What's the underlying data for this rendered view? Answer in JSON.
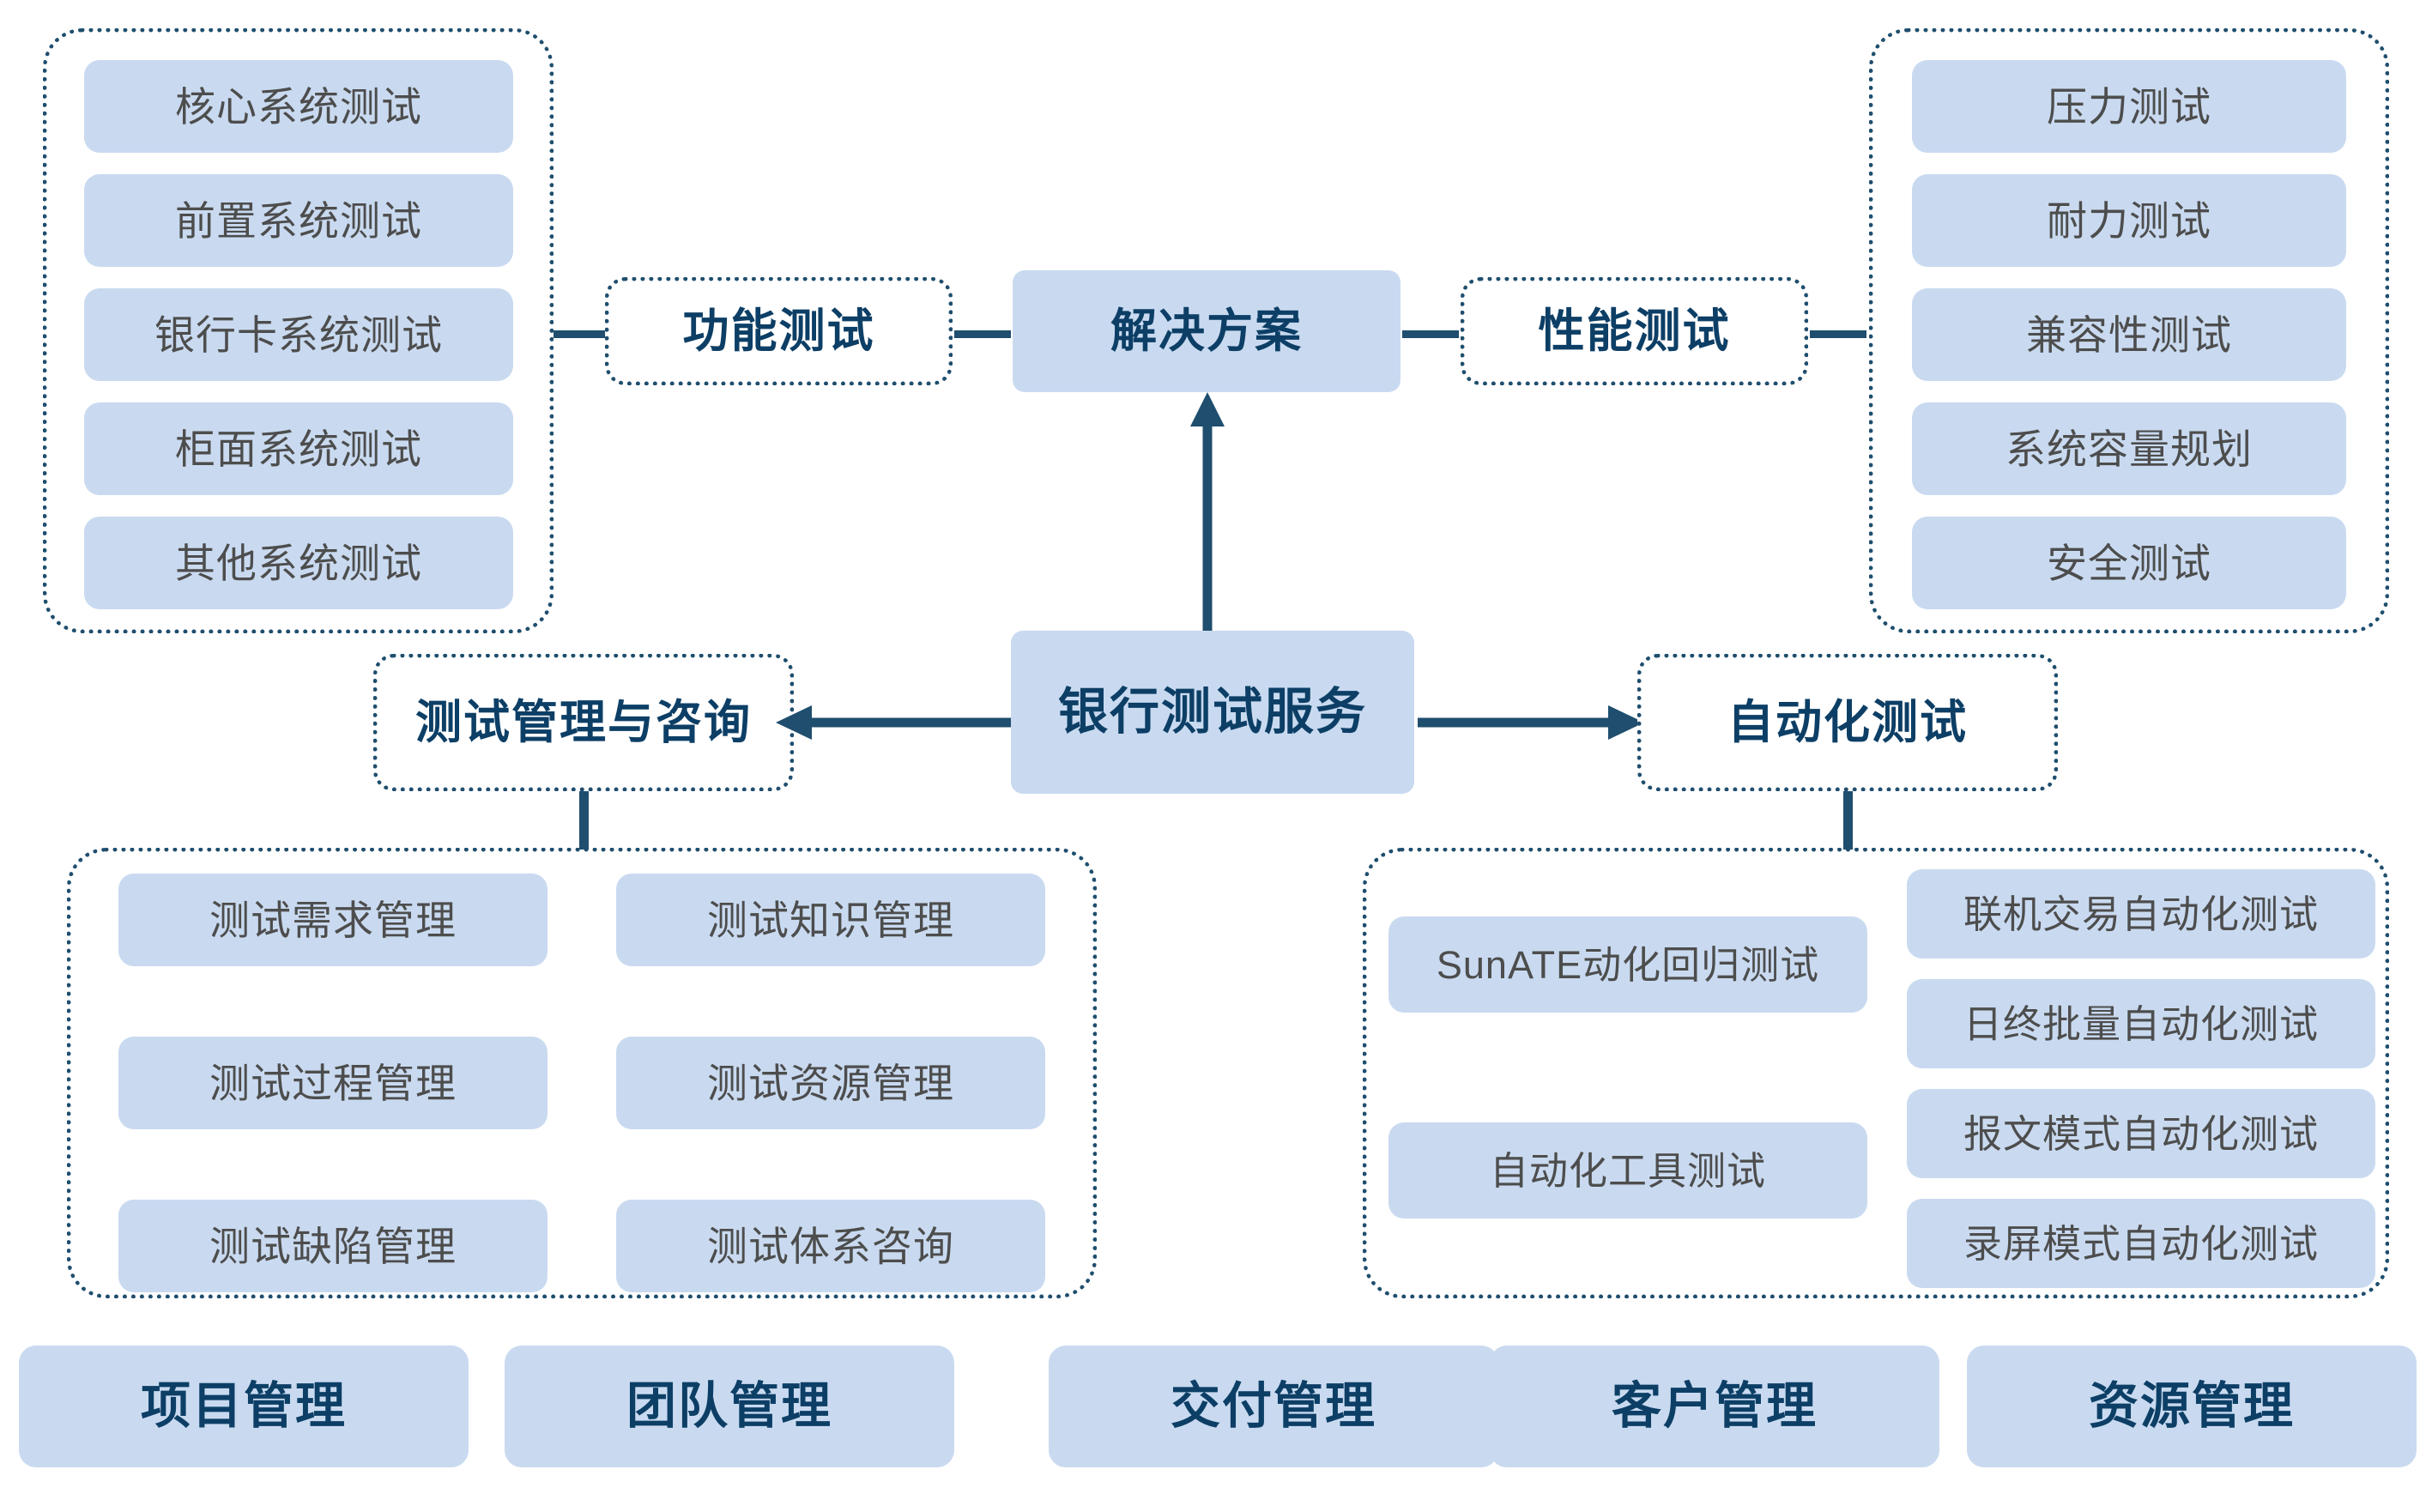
{
  "colors": {
    "chip_fill": "#c9daf0",
    "accent_dark": "#1f4e6e",
    "hub_text": "#0d3f66",
    "chip_text": "#4d4d4d",
    "background": "#ffffff"
  },
  "center": {
    "root_label": "银行测试服务",
    "solution_label": "解决方案"
  },
  "branches": {
    "functional": {
      "label": "功能测试"
    },
    "performance": {
      "label": "性能测试"
    },
    "management": {
      "label": "测试管理与咨询"
    },
    "automation": {
      "label": "自动化测试"
    }
  },
  "groups": {
    "functional_items": [
      "核心系统测试",
      "前置系统测试",
      "银行卡系统测试",
      "柜面系统测试",
      "其他系统测试"
    ],
    "performance_items": [
      "压力测试",
      "耐力测试",
      "兼容性测试",
      "系统容量规划",
      "安全测试"
    ],
    "management_items_left": [
      "测试需求管理",
      "测试过程管理",
      "测试缺陷管理"
    ],
    "management_items_right": [
      "测试知识管理",
      "测试资源管理",
      "测试体系咨询"
    ],
    "automation_items_left": [
      "SunATE动化回归测试",
      "自动化工具测试"
    ],
    "automation_items_right": [
      "联机交易自动化测试",
      "日终批量自动化测试",
      "报文模式自动化测试",
      "录屏模式自动化测试"
    ]
  },
  "footer": {
    "items": [
      "项目管理",
      "团队管理",
      "交付管理",
      "客户管理",
      "资源管理"
    ]
  }
}
